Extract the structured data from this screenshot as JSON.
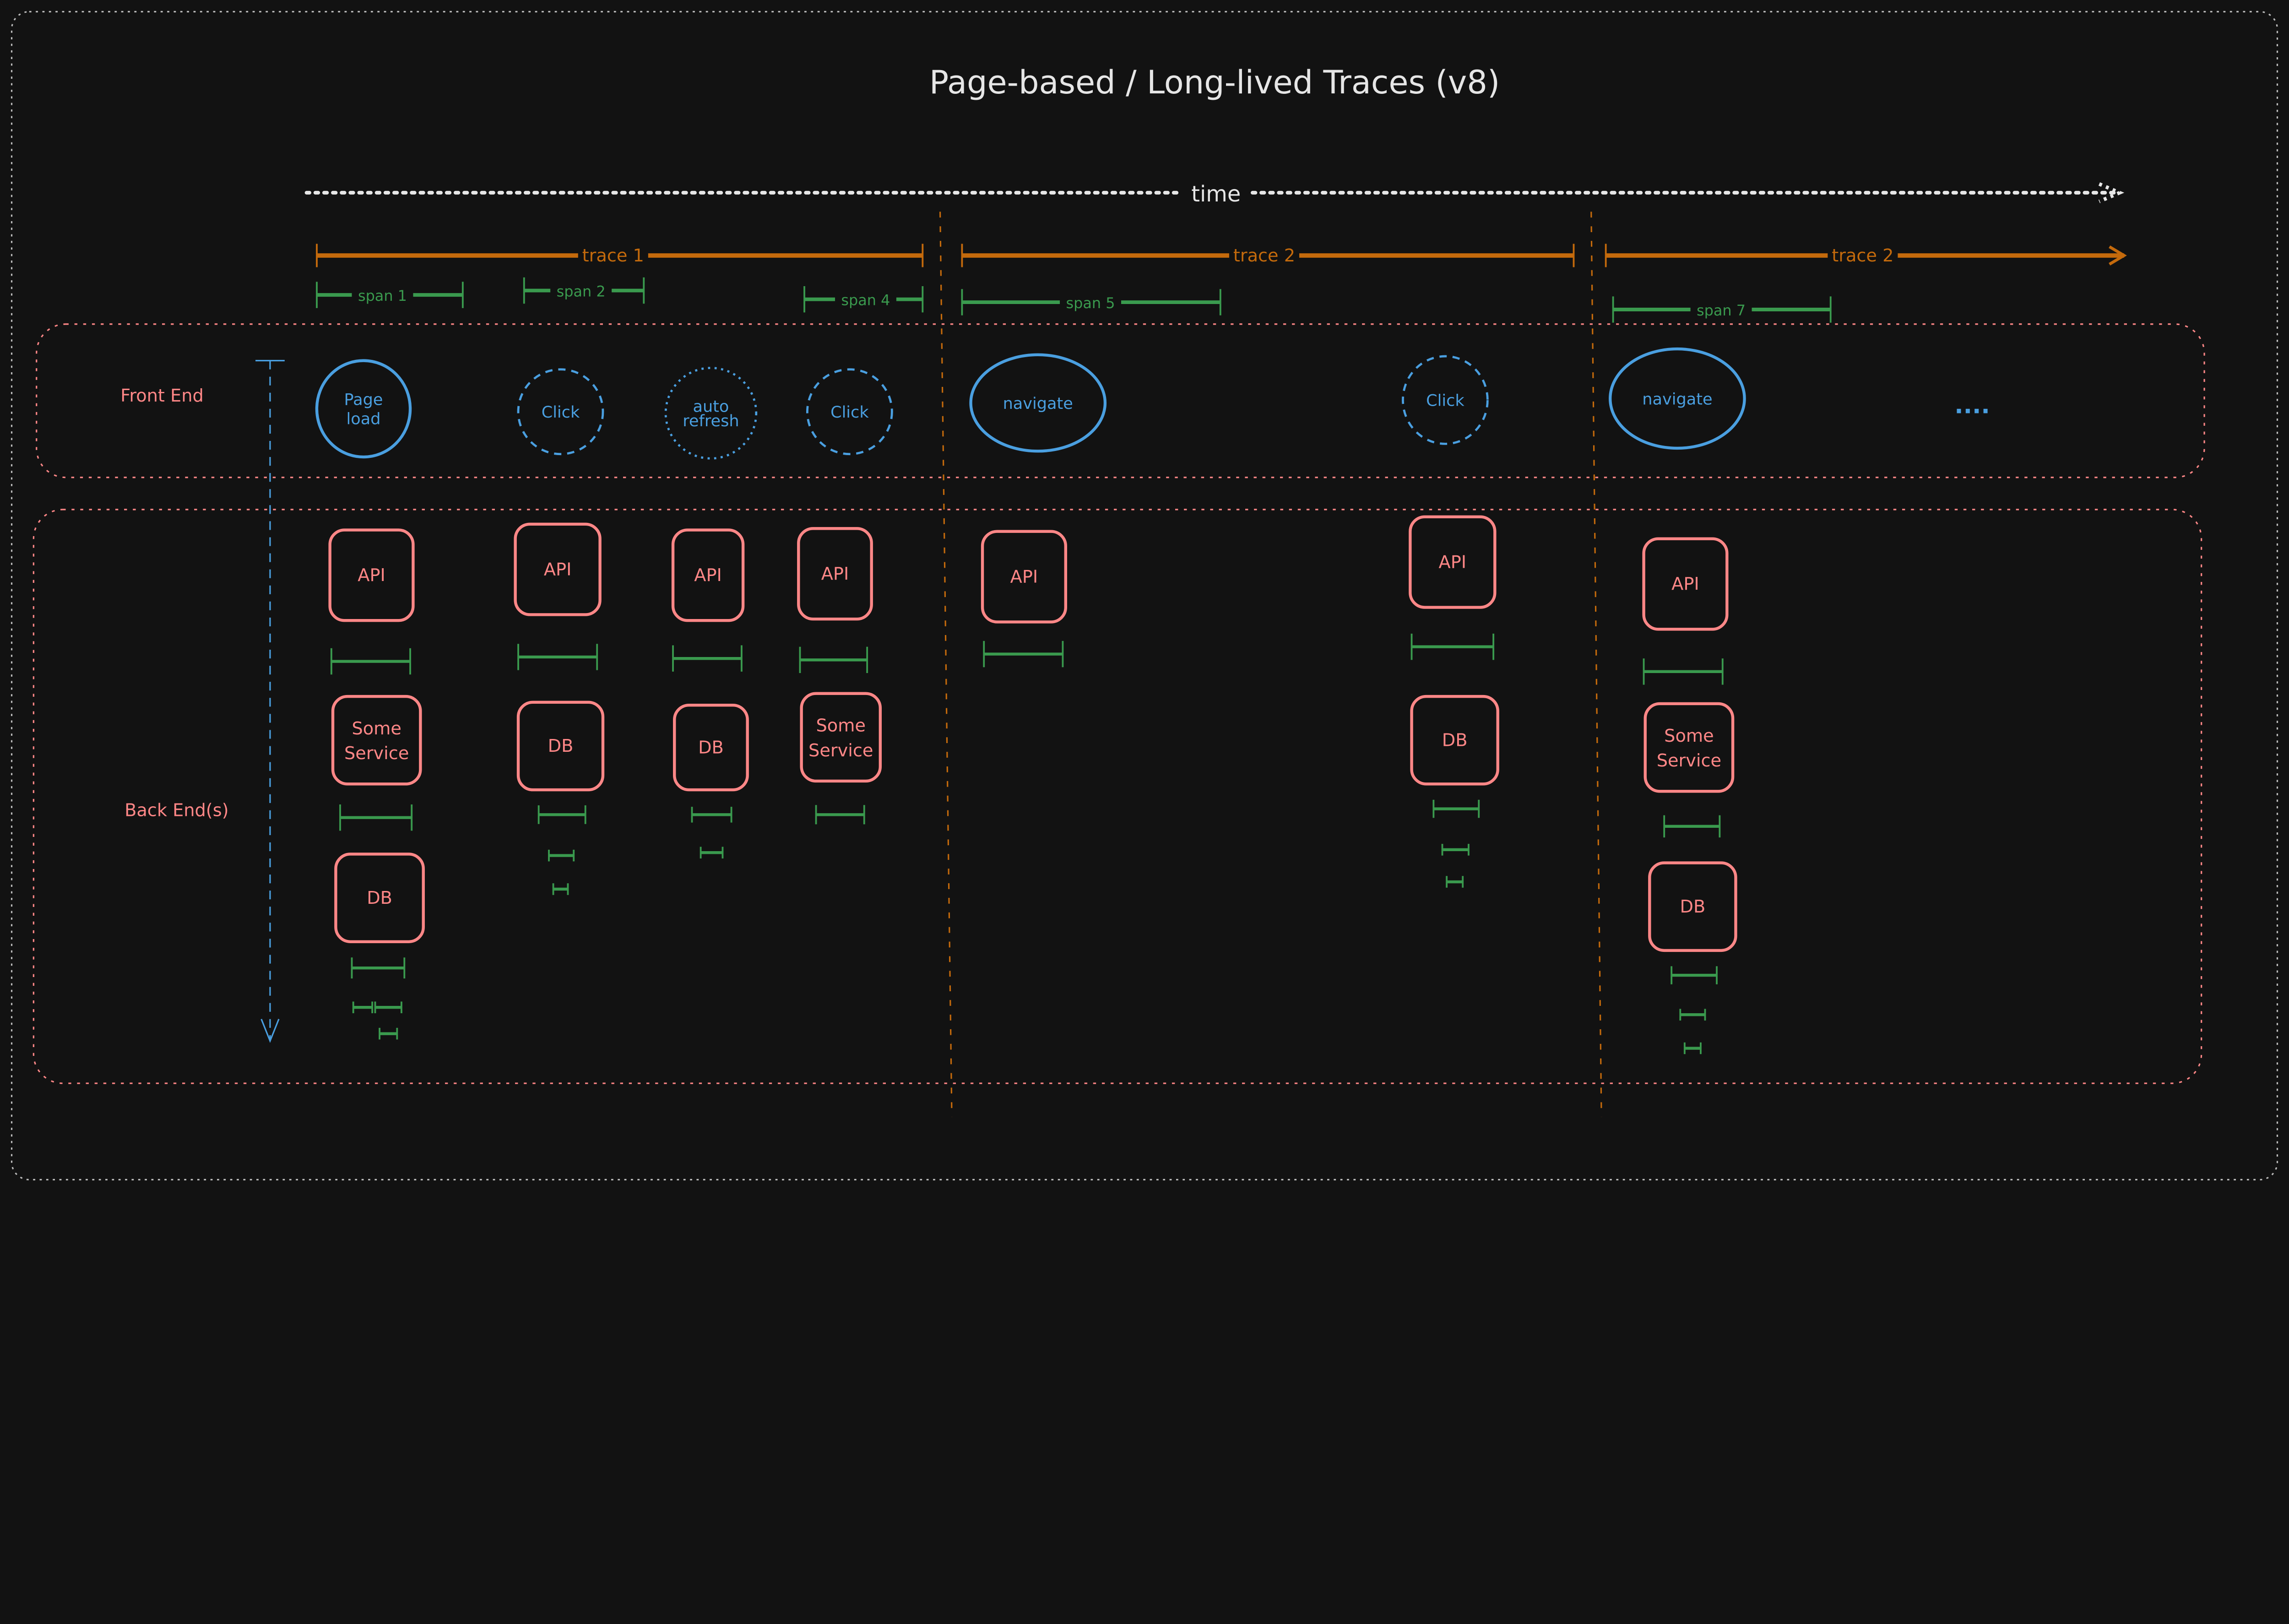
{
  "title": "Page-based / Long-lived Traces (v8)",
  "time_label": "time",
  "traces": [
    {
      "label": "trace 1"
    },
    {
      "label": "trace 2"
    },
    {
      "label": "trace 2"
    }
  ],
  "spans": [
    {
      "label": "span 1"
    },
    {
      "label": "span 2"
    },
    {
      "label": "span 4"
    },
    {
      "label": "span 5"
    },
    {
      "label": "span 7"
    }
  ],
  "lanes": {
    "front_end": "Front End",
    "back_end": "Back End(s)"
  },
  "front_end_nodes": [
    {
      "lines": [
        "Page",
        "load"
      ],
      "style": "solid"
    },
    {
      "lines": [
        "Click"
      ],
      "style": "dashed"
    },
    {
      "lines": [
        "auto",
        "refresh"
      ],
      "style": "dotted"
    },
    {
      "lines": [
        "Click"
      ],
      "style": "dashed"
    },
    {
      "lines": [
        "navigate"
      ],
      "style": "solid"
    },
    {
      "lines": [
        "Click"
      ],
      "style": "dashed"
    },
    {
      "lines": [
        "navigate"
      ],
      "style": "solid"
    }
  ],
  "ellipsis": "....",
  "back_end_columns": [
    {
      "nodes": [
        {
          "lines": [
            "API"
          ]
        },
        {
          "lines": [
            "Some",
            "Service"
          ]
        },
        {
          "lines": [
            "DB"
          ]
        }
      ]
    },
    {
      "nodes": [
        {
          "lines": [
            "API"
          ]
        },
        {
          "lines": [
            "DB"
          ]
        }
      ]
    },
    {
      "nodes": [
        {
          "lines": [
            "API"
          ]
        },
        {
          "lines": [
            "DB"
          ]
        }
      ]
    },
    {
      "nodes": [
        {
          "lines": [
            "API"
          ]
        },
        {
          "lines": [
            "Some",
            "Service"
          ]
        }
      ]
    },
    {
      "nodes": [
        {
          "lines": [
            "API"
          ]
        }
      ]
    },
    {
      "nodes": [
        {
          "lines": [
            "API"
          ]
        },
        {
          "lines": [
            "DB"
          ]
        }
      ]
    },
    {
      "nodes": [
        {
          "lines": [
            "API"
          ]
        },
        {
          "lines": [
            "Some",
            "Service"
          ]
        },
        {
          "lines": [
            "DB"
          ]
        }
      ]
    }
  ],
  "colors": {
    "background": "#121212",
    "trace": "#c46a0c",
    "span": "#3a9a4e",
    "front_end": "#4a9fe0",
    "back_end": "#ff8787",
    "text": "#e6e6e6"
  }
}
